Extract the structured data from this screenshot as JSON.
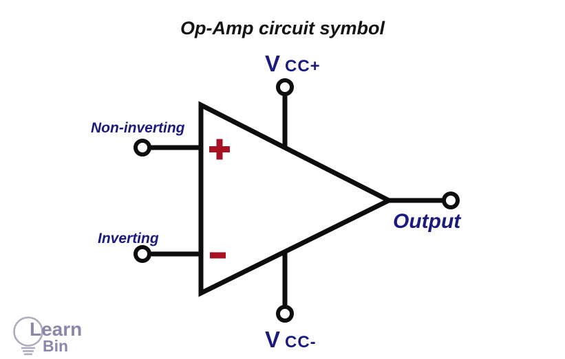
{
  "title": "Op-Amp circuit symbol",
  "labels": {
    "vcc_plus": {
      "v": "V",
      "rest": "CC+"
    },
    "vcc_minus": {
      "v": "V",
      "rest": "CC-"
    },
    "non_inverting": "Non-inverting",
    "inverting": "Inverting",
    "output": "Output"
  },
  "signs": {
    "plus": "+",
    "minus": "-"
  },
  "icons": {
    "plus": "plus-icon",
    "minus": "minus-icon",
    "terminal": "terminal-circle",
    "logo_bulb": "lightbulb-icon"
  },
  "logo": {
    "line1": "Learn",
    "line2": "Bin"
  },
  "colors": {
    "ink": "#0d0d0d",
    "navy": "#1b1b7e",
    "accent": "#a61123",
    "logo_text": "#8a87ab",
    "logo_outline": "#adacbd",
    "background": "#ffffff"
  }
}
